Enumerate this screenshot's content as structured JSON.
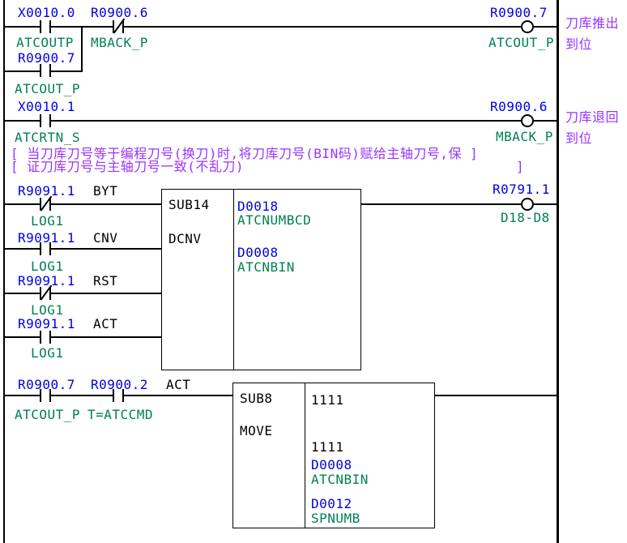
{
  "colors": {
    "address_blue": "#0000E0",
    "symbol_green": "#008050",
    "comment_purple": "#9933FF",
    "function_black": "#000000",
    "wire_black": "#000000"
  },
  "rung1": {
    "contact1": {
      "address": "X0010.0",
      "symbol": "ATCOUTP"
    },
    "contact2": {
      "address": "R0900.6",
      "symbol": "MBACK_P"
    },
    "branch": {
      "address": "R0900.7",
      "symbol": "ATCOUT_P"
    },
    "coil": {
      "address": "R0900.7",
      "symbol": "ATCOUT_P"
    },
    "comment1": "刀库推出",
    "comment2": "到位"
  },
  "rung2": {
    "contact1": {
      "address": "X0010.1",
      "symbol": "ATCRTN_S"
    },
    "coil": {
      "address": "R0900.6",
      "symbol": "MBACK_P"
    },
    "comment1": "刀库退回",
    "comment2": "到位"
  },
  "note": {
    "line1": "[ 当刀库刀号等于编程刀号(换刀)时,将刀库刀号(BIN码)赋给主轴刀号,保 ]",
    "line2": "[ 证刀库刀号与主轴刀号一致(不乱刀)",
    "line2_close": "]"
  },
  "rung3": {
    "row1": {
      "address": "R9091.1",
      "symbol": "LOG1",
      "param": "BYT"
    },
    "row2": {
      "address": "R9091.1",
      "symbol": "LOG1",
      "param": "CNV"
    },
    "row3": {
      "address": "R9091.1",
      "symbol": "LOG1",
      "param": "RST"
    },
    "row4": {
      "address": "R9091.1",
      "symbol": "LOG1",
      "param": "ACT"
    },
    "block": {
      "sub": "SUB14",
      "func": "DCNV",
      "p1_address": "D0018",
      "p1_symbol": "ATCNUMBCD",
      "p2_address": "D0008",
      "p2_symbol": "ATCNBIN"
    },
    "coil": {
      "address": "R0791.1",
      "symbol": "D18-D8"
    }
  },
  "rung4": {
    "contact1": {
      "address": "R0900.7",
      "symbol": "ATCOUT_P"
    },
    "contact2": {
      "address": "R0900.2",
      "symbol": "T=ATCCMD"
    },
    "param": "ACT",
    "block": {
      "sub": "SUB8",
      "func": "MOVE",
      "value1": "1111",
      "value2": "1111",
      "p1_address": "D0008",
      "p1_symbol": "ATCNBIN",
      "p2_address": "D0012",
      "p2_symbol": "SPNUMB"
    }
  }
}
